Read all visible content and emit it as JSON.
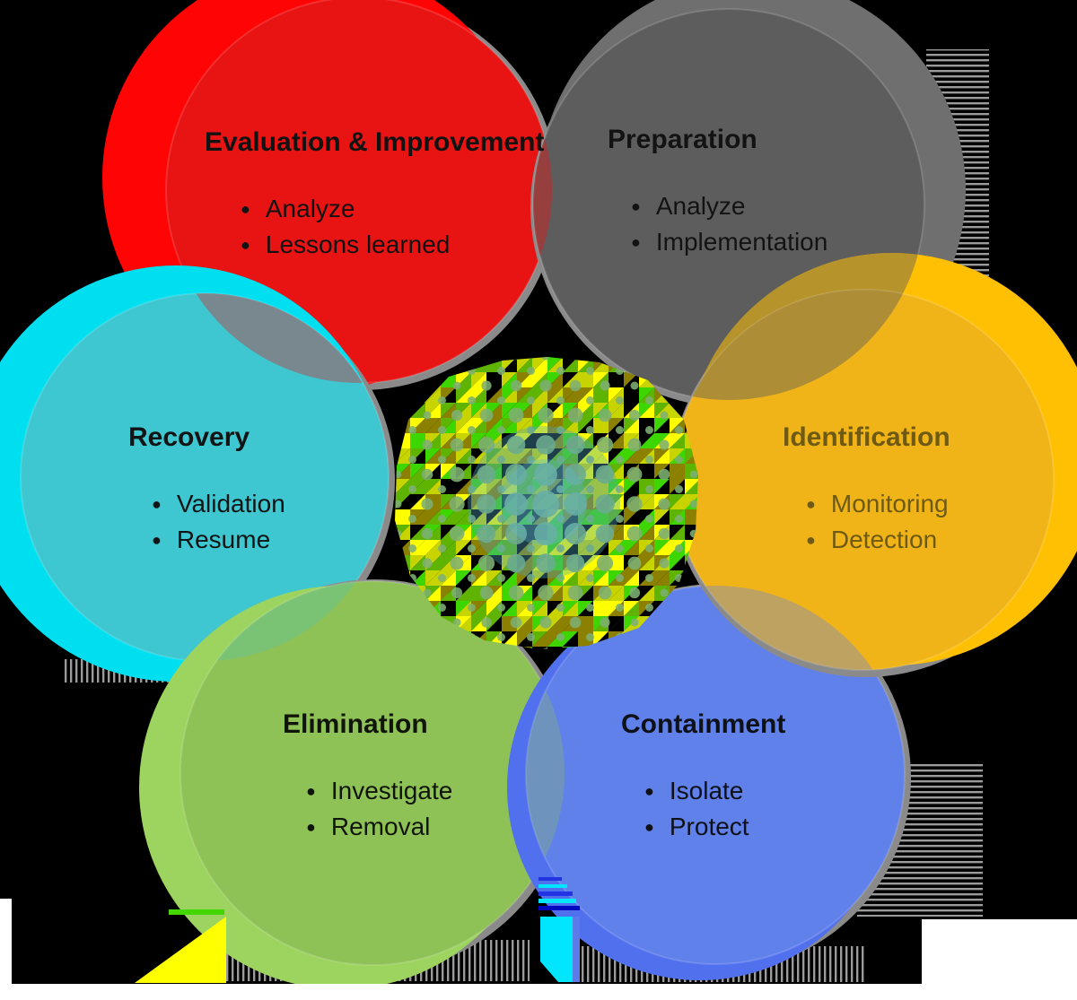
{
  "bullet_char": "●",
  "background": {
    "canvas_color": "#000000",
    "page_color": "#ffffff"
  },
  "rim_color": "#8A8A8A",
  "phases": [
    {
      "id": "evaluation-improvement",
      "title": "Evaluation & Improvement",
      "items": [
        "Analyze",
        "Lessons learned"
      ],
      "circle_color": "#E81313",
      "petal_color": "#FF0404",
      "text_color": "#121212"
    },
    {
      "id": "preparation",
      "title": "Preparation",
      "items": [
        "Analyze",
        "Implementation"
      ],
      "circle_color": "#5D5D5D",
      "petal_color": "#6F6F6F",
      "text_color": "#131313"
    },
    {
      "id": "recovery",
      "title": "Recovery",
      "items": [
        "Validation",
        "Resume"
      ],
      "circle_color": "#3EC7D0",
      "petal_color": "#00DFF0",
      "text_color": "#101415"
    },
    {
      "id": "identification",
      "title": "Identification",
      "items": [
        "Monitoring",
        "Detection"
      ],
      "circle_color": "#F0B419",
      "petal_color": "#FFC003",
      "text_color": "#6E5A13"
    },
    {
      "id": "elimination",
      "title": "Elimination",
      "items": [
        "Investigate",
        "Removal"
      ],
      "circle_color": "#8EC156",
      "petal_color": "#9DD35F",
      "text_color": "#111509"
    },
    {
      "id": "containment",
      "title": "Containment",
      "items": [
        "Isolate",
        "Protect"
      ],
      "circle_color": "#6181EA",
      "petal_color": "#5070EE",
      "text_color": "#0E1118"
    }
  ],
  "center_pattern": {
    "palette": [
      "#FFFF00",
      "#3ED600",
      "#000000",
      "#8B8000",
      "#5EB400",
      "#C8D400"
    ],
    "dot_color": "rgba(125,175,115,0.88)",
    "tint_color_outer": "rgba(80,165,195,0.38)",
    "tint_color_inner": "rgba(95,185,210,0.32)"
  },
  "glitch": {
    "cyan": "#00E6FF",
    "blue_bar": "#5B7BE8",
    "deep_blue": "#2335E2",
    "dark_blue": "#0208C0",
    "yellow_wedge": "#FFFF00",
    "green_line": "#44D600",
    "stripe_light": "#9B9B9B",
    "stripe_dark": "#3A3A3A"
  }
}
